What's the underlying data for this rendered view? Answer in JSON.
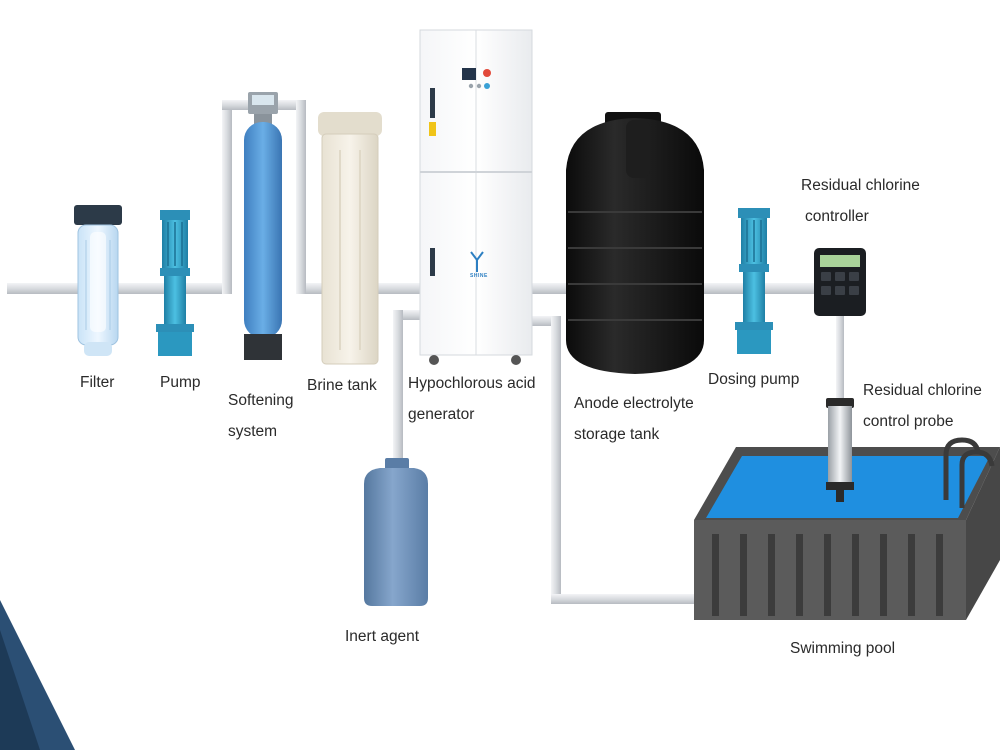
{
  "labels": {
    "filter": "Filter",
    "pump": "Pump",
    "softening_line1": "Softening",
    "softening_line2": "system",
    "brine_tank": "Brine tank",
    "generator_line1": "Hypochlorous acid",
    "generator_line2": "generator",
    "anode_line1": "Anode electrolyte",
    "anode_line2": "storage tank",
    "dosing_pump": "Dosing pump",
    "controller_line1": "Residual chlorine",
    "controller_line2": "controller",
    "probe_line1": "Residual chlorine",
    "probe_line2": "control probe",
    "inert_agent": "Inert agent",
    "swimming_pool": "Swimming pool"
  },
  "generator_brand": "SHINE",
  "colors": {
    "pipe": "#dcdfe3",
    "pipe_edge": "#b9bdc2",
    "pump_teal": "#3aa6c9",
    "softener_blue": "#5a9bd6",
    "tank_black": "#151515",
    "pool_water": "#1f8fe0",
    "pool_wall": "#5b5b5b",
    "inert_bottle": "#6b8fbd",
    "corner_stripe": "#2b4f74"
  }
}
